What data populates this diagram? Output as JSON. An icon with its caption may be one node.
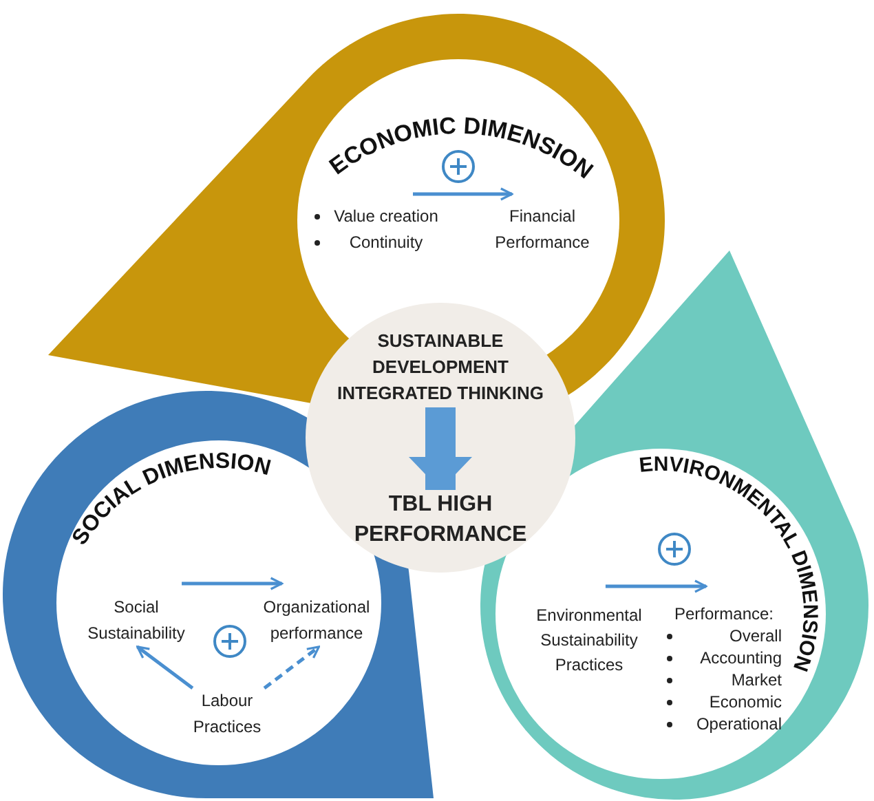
{
  "diagram": {
    "nodes": [
      {
        "text": [
          "ECONOMIC DIMENSION"
        ]
      },
      {
        "text": [
          "Value creation",
          "Continuity"
        ],
        "in": 0
      },
      {
        "text": [
          "Financial Performance"
        ],
        "in": 0
      },
      {
        "text": [],
        "shape": "circle"
      },
      {
        "text": [
          "SUSTAINABLE DEVELOPMENT INTEGRATED THINKING"
        ]
      },
      {
        "text": [
          "TBL HIGH PERFORMANCE"
        ],
        "in": 3
      },
      {
        "text": [
          "SOCIAL DIMENSION"
        ]
      },
      {
        "text": [
          "Social Sustainability"
        ],
        "in": 6
      },
      {
        "text": [
          "Organizational performance"
        ],
        "in": 6
      },
      {
        "text": [
          "Labour Practices"
        ],
        "in": 6
      },
      {
        "text": [
          "ENVIRONMENTAL DIMENSION"
        ]
      },
      {
        "text": [
          "Environmental Sustainability Practices"
        ],
        "in": 10
      },
      {
        "text": [
          "Performance:",
          "Overall",
          "Accounting",
          "Market",
          "Economic",
          "Operational"
        ],
        "in": 10
      }
    ],
    "edges": [
      {
        "from": 1,
        "to": 2,
        "arrow": "to"
      },
      {
        "from": 4,
        "to": 5,
        "arrow": "to",
        "style": "thick"
      },
      {
        "from": 7,
        "to": 8,
        "arrow": "to"
      },
      {
        "from": 9,
        "to": 7,
        "arrow": "to"
      },
      {
        "from": 9,
        "to": 8,
        "arrow": "to",
        "style": "dashed"
      },
      {
        "from": 11,
        "to": 12,
        "arrow": "to"
      }
    ]
  }
}
